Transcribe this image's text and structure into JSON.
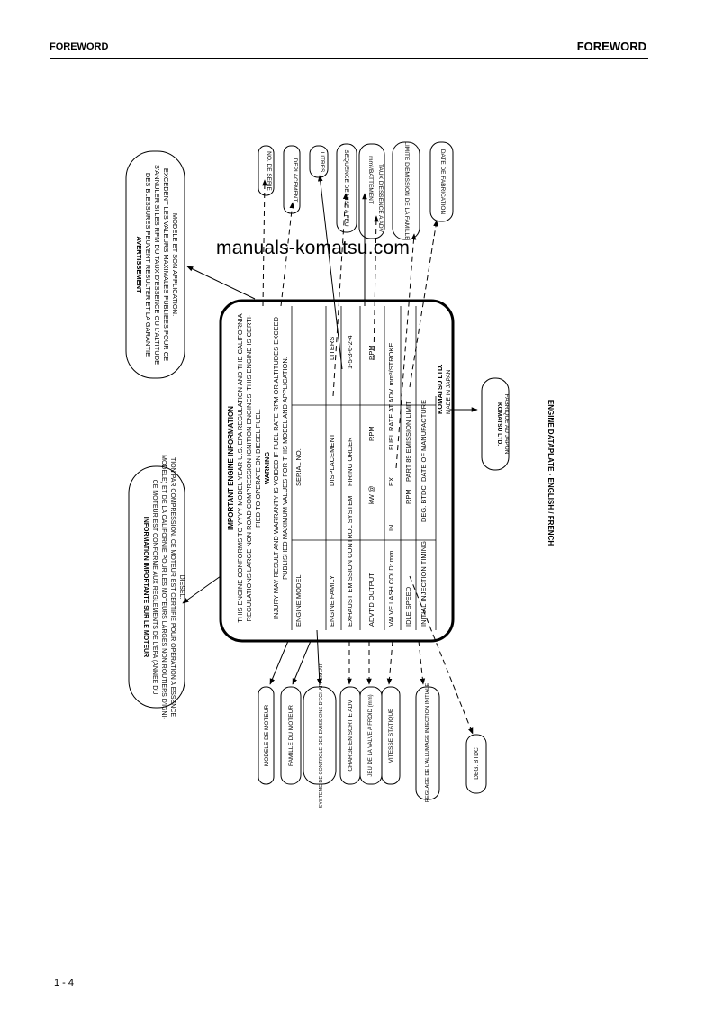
{
  "header": {
    "left_title": "FOREWORD",
    "right_title": "FOREWORD"
  },
  "footer": {
    "page_number": "1 - 4"
  },
  "watermark": "manuals-komatsu.com",
  "figure": {
    "caption": "ENGINE DATAPLATE - ENGLISH / FRENCH",
    "plate": {
      "title": "IMPORTANT ENGINE INFORMATION",
      "conform_text": [
        "THIS ENGINE CONFORMS TO YYYY MODEL YEAR U.S. EPA REGULATION AND THE CALIFORNIA",
        "REGULATIONS LARGE NON ROAD COMPRESSION IGNITION ENGINES. THIS ENGINE IS CERTI-",
        "FIED TO OPERATE ON DIESEL FUEL."
      ],
      "warning_title": "WARNING",
      "warning_text": [
        "INJURY MAY RESULT AND WARRANTY IS VOIDED IF FUEL RATE RPM OR ALTITUDES EXCEED",
        "PUBLISHED MAXIMUM VALUES FOR THIS MODEL AND APPLICATION."
      ],
      "rows": [
        {
          "label": "ENGINE MODEL",
          "mid": "SERIAL NO.",
          "mid2": "",
          "right": ""
        },
        {
          "label": "ENGINE FAMILY",
          "mid": "DISPLACEMENT",
          "mid2": "",
          "right": "LITERS"
        },
        {
          "label": "EXHAUST EMISSION CONTROL SYSTEM",
          "mid": "FIRING ORDER",
          "mid2": "",
          "right": "1-5-3-6-2-4"
        },
        {
          "label": "ADVT'D OUTPUT",
          "mid": "kW @",
          "mid2": "RPM",
          "right": "RPM"
        },
        {
          "label": "VALVE LASH COLD: mm",
          "mid": "IN",
          "mid2": "EX",
          "right": "FUEL RATE AT ADV. mm³/STROKE"
        },
        {
          "label": "IDLE SPEED",
          "mid": "RPM",
          "mid2": "PART 89 EMISSION LIMIT",
          "right": ""
        },
        {
          "label": "INITIAL INJECTION TIMING",
          "mid": "DEG. BTDC",
          "mid2": "DATE OF MANUFACTURE",
          "right": ""
        }
      ],
      "maker": "KOMATSU LTD.",
      "made_in": "MADE IN JAPAN"
    },
    "callouts_top": [
      "NO. DE SERIE",
      "DEPLACEMENT",
      "LITRES",
      "SEQUENCE DE MISE A FEU",
      "mm³/BATTEMENT",
      "TAUX D'ESSENCE A ADV",
      "LIMITE D'EMISSION DE LA FAMILLE",
      "DATE DE FABRICATION"
    ],
    "avertissement_title": "AVERTISSEMENT",
    "avertissement_text": [
      "DES BLESSURES PEUVENT RESULTER ET LA GARANTIE",
      "S'ANNULER SI LES RPM DU TAUX D'ESSENCE OU L'ALTITUDE",
      "EXCEDENT LES VALEURS MAXIMALES PUBLIEES POUR CE",
      "MODELE ET SON APPLICATION."
    ],
    "information_title": "INFORMATION IMPORTANTE SUR LE MOTEUR",
    "information_text": [
      "CE MOTEUR EST CONFORME AUX REGLEMENTS DE L'EPA (ANNEE DU",
      "MODELE) ET DE LA CALIFORNIE POUR LES MOTEURS LARGES NON ROUTIERS D'IGNI-",
      "TION PAR COMPRESSION. CE MOTEUR EST CERTIFIE POUR OPERATION A ESSENCE",
      "DIESEL."
    ],
    "komatsu_box": [
      "KOMATSU LTD.",
      "FABRIQUE AU JAPON"
    ],
    "callouts_bottom": [
      "MODELE DE MOTEUR",
      "FAMILLE DU MOTEUR",
      "SYSTEME DE CONTROLE DES EMISSIONS D'ECHAPPEMENT",
      "CHARGE EN SORTIE ADV",
      "JEU DE LA VALVE A FROID (mm)",
      "VITESSE STATIQUE",
      "REGLAGE DE L'ALLUMAGE INJECTION INITIALE",
      "DEG. BTDC"
    ]
  }
}
